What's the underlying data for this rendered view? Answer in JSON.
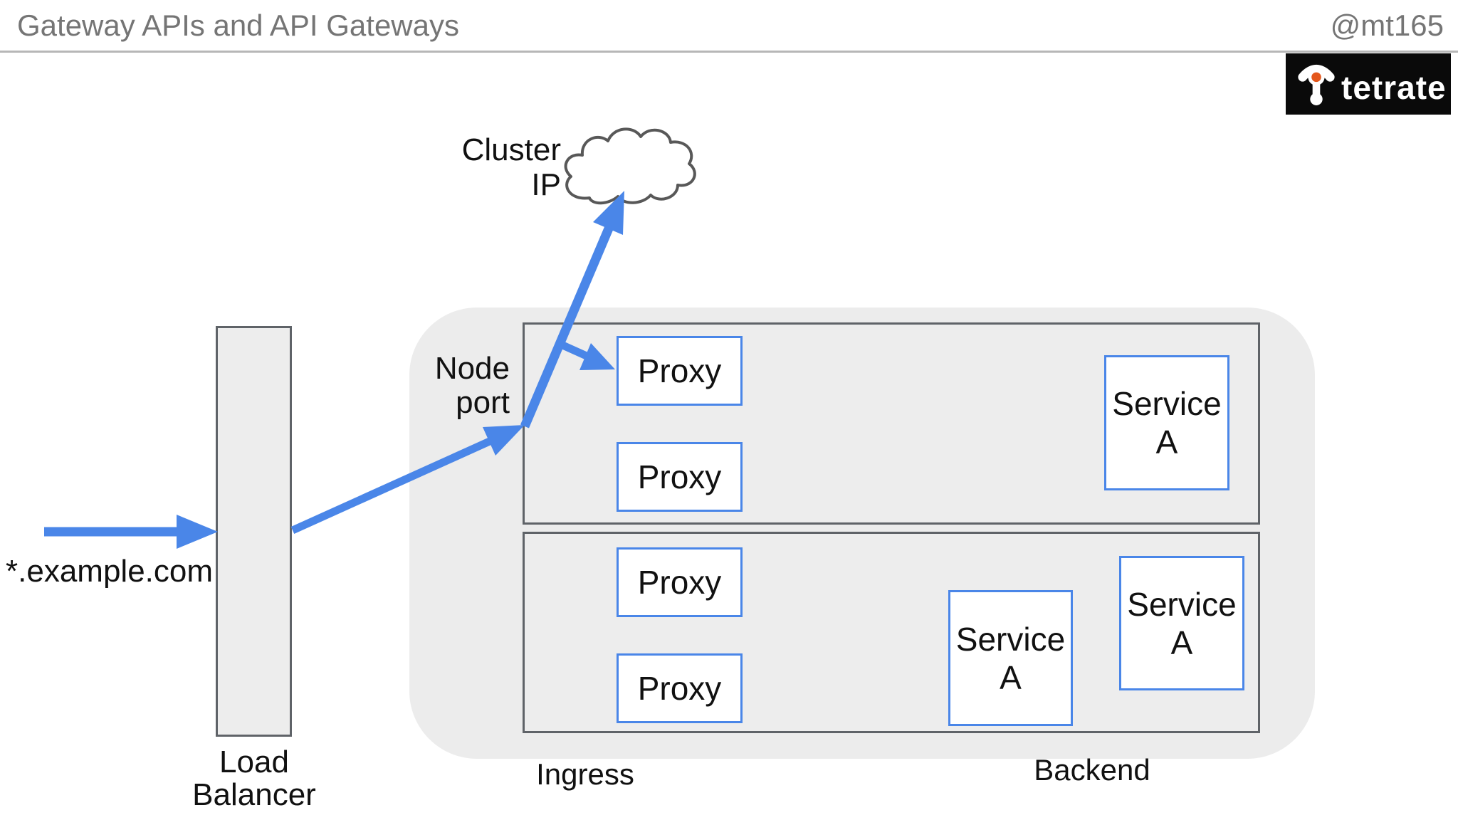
{
  "header": {
    "title": "Gateway APIs and API Gateways",
    "handle": "@mt165"
  },
  "logo": {
    "text": "tetrate"
  },
  "colors": {
    "arrow_blue": "#4a86e8",
    "box_border_blue": "#4a86e8",
    "node_border_gray": "#5f6368",
    "panel_gray": "#ececec",
    "title_gray": "#757575",
    "logo_bg": "#0a0a0a",
    "logo_orange": "#e4571c",
    "cloud_outline": "#585858"
  },
  "diagram": {
    "external_domain": "*.example.com",
    "cluster_ip": {
      "line1": "Cluster",
      "line2": "IP"
    },
    "node_port": {
      "line1": "Node",
      "line2": "port"
    },
    "load_balancer": {
      "line1": "Load",
      "line2": "Balancer"
    },
    "ingress_label": "Ingress",
    "backend_label": "Backend",
    "nodes": [
      {
        "proxies": [
          "Proxy",
          "Proxy"
        ],
        "services": [
          {
            "line1": "Service",
            "line2": "A"
          }
        ]
      },
      {
        "proxies": [
          "Proxy",
          "Proxy"
        ],
        "services": [
          {
            "line1": "Service",
            "line2": "A"
          },
          {
            "line1": "Service",
            "line2": "A"
          }
        ]
      }
    ]
  }
}
